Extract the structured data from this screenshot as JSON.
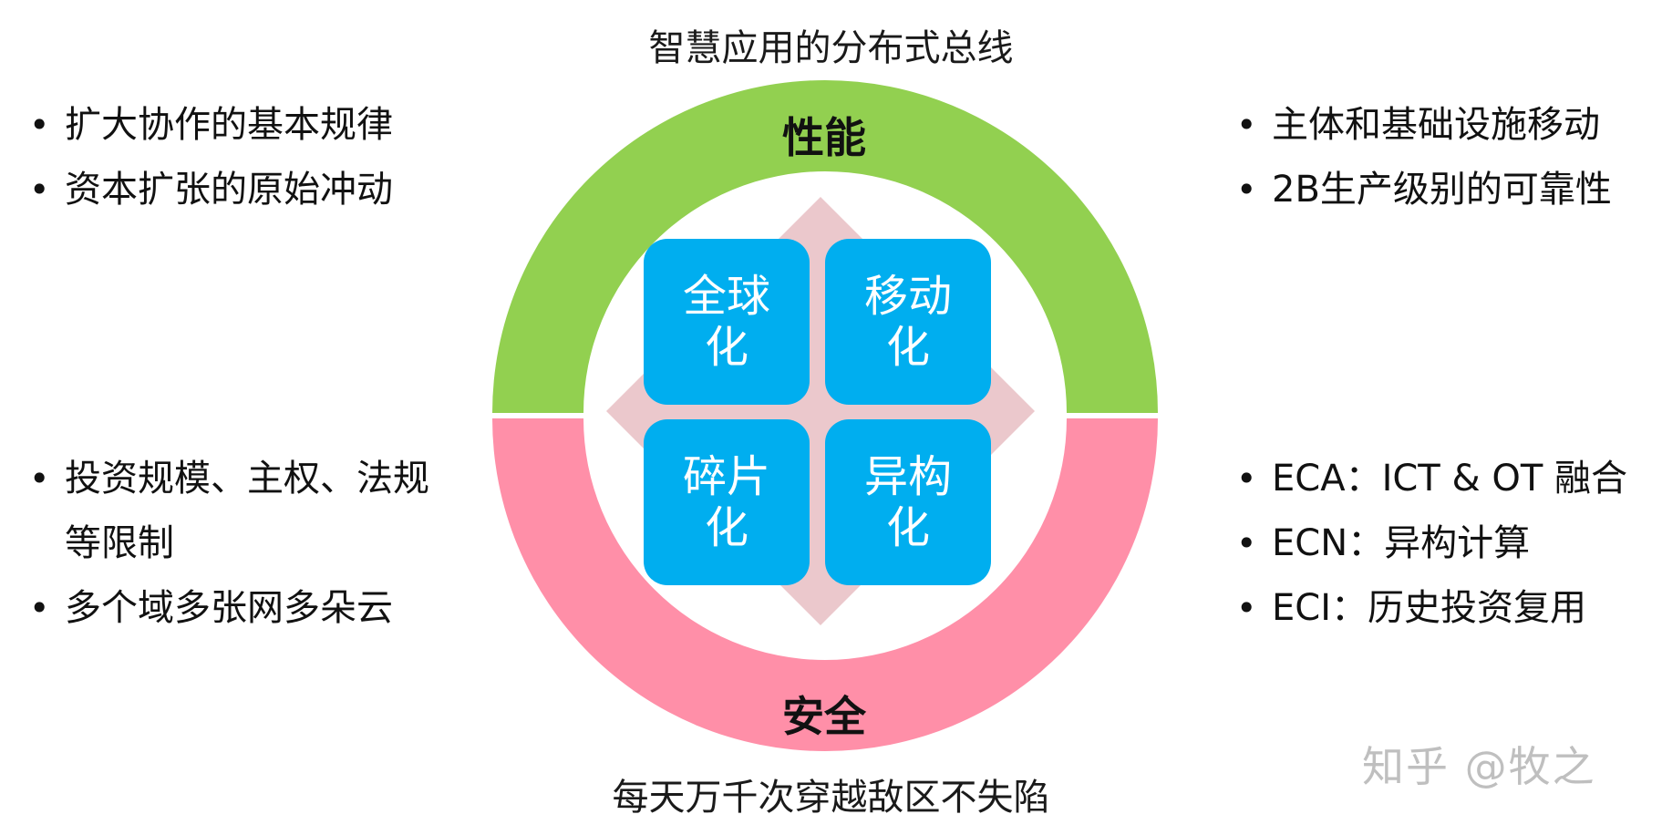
{
  "title": "智慧应用的分布式总线",
  "footer_caption": "每天万千次穿越敌区不失陷",
  "ring": {
    "top_label": "性能",
    "bottom_label": "安全",
    "top_color": "#92d050",
    "bottom_color": "#ff8fa8",
    "diamond_color": "#ebc8cc"
  },
  "tiles": [
    {
      "text": "全球化"
    },
    {
      "text": "移动化"
    },
    {
      "text": "碎片化"
    },
    {
      "text": "异构化"
    }
  ],
  "tile_color": "#00aeef",
  "lists": {
    "top_left": [
      "扩大协作的基本规律",
      "资本扩张的原始冲动"
    ],
    "top_right": [
      "主体和基础设施移动",
      "2B生产级别的可靠性"
    ],
    "bottom_left": [
      "投资规模、主权、法规等限制",
      "多个域多张网多朵云"
    ],
    "bottom_right": [
      "ECA：ICT & OT 融合",
      "ECN：异构计算",
      "ECI：历史投资复用"
    ]
  },
  "watermark": "知乎 @牧之"
}
